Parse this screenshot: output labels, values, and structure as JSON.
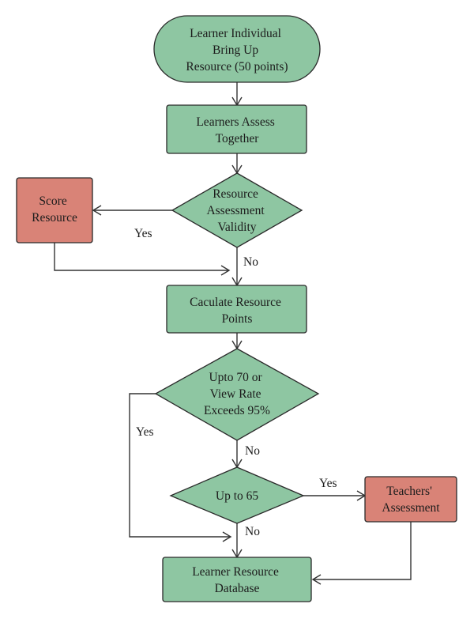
{
  "nodes": {
    "start": {
      "lines": [
        "Learner Individual",
        "Bring Up",
        "Resource (50 points)"
      ]
    },
    "assess": {
      "lines": [
        "Learners Assess",
        "Together"
      ]
    },
    "validity": {
      "lines": [
        "Resource",
        "Assessment",
        "Validity"
      ]
    },
    "score": {
      "lines": [
        "Score",
        "Resource"
      ]
    },
    "calculate": {
      "lines": [
        "Caculate Resource",
        "Points"
      ]
    },
    "upto70": {
      "lines": [
        "Upto 70 or",
        "View Rate",
        "Exceeds 95%"
      ]
    },
    "upto65": {
      "lines": [
        "Up to 65"
      ]
    },
    "teachers": {
      "lines": [
        "Teachers'",
        "Assessment"
      ]
    },
    "database": {
      "lines": [
        "Learner Resource",
        "Database"
      ]
    }
  },
  "edges": {
    "validity_yes": "Yes",
    "validity_no": "No",
    "upto70_yes": "Yes",
    "upto70_no": "No",
    "upto65_yes": "Yes",
    "upto65_no": "No"
  },
  "colors": {
    "process_fill": "#8ec6a2",
    "alt_fill": "#d98377",
    "stroke": "#2a2a2a"
  }
}
